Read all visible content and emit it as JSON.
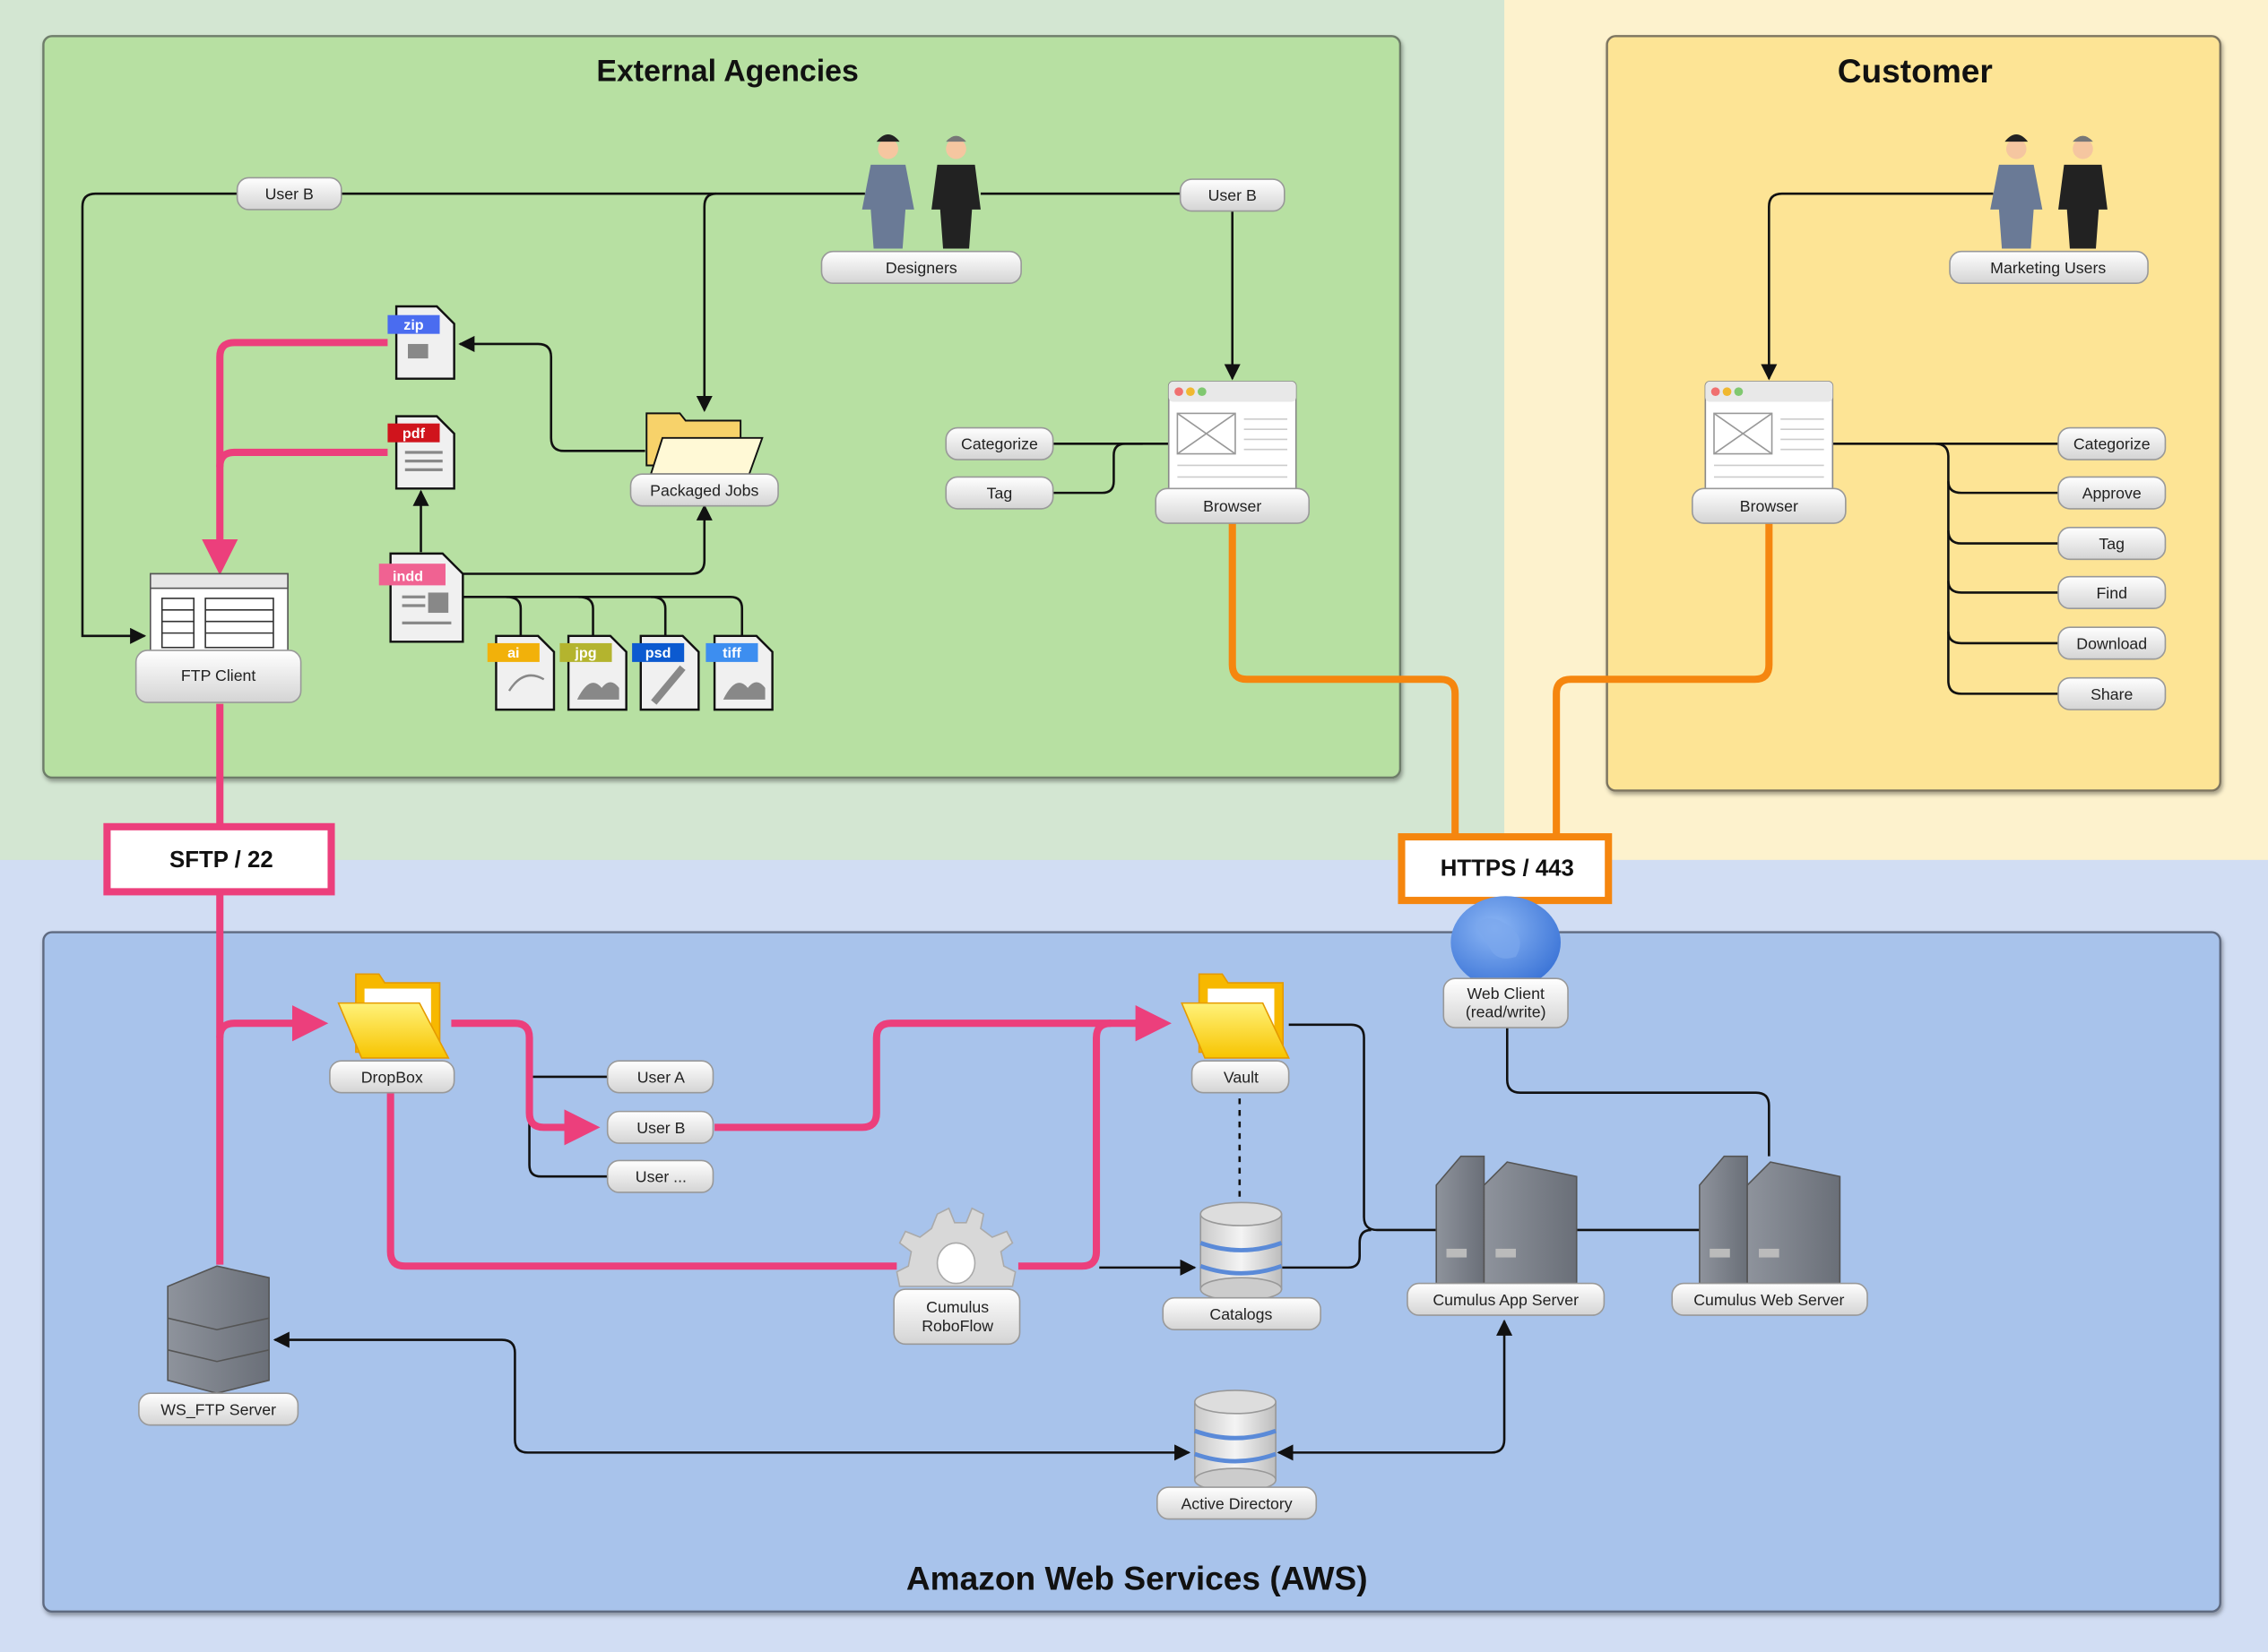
{
  "colors": {
    "bg_green": "#d3e6d2",
    "bg_yellow": "#fdf2cd",
    "bg_blue": "#d1ddf3",
    "panel_green": "#b7e0a2",
    "panel_yellow": "#fde495",
    "panel_blue": "#a8c3eb",
    "sftp_line": "#ec3f7c",
    "https_line": "#f5860f"
  },
  "panels": {
    "external": {
      "title": "External Agencies"
    },
    "customer": {
      "title": "Customer"
    },
    "aws": {
      "title": "Amazon Web Services (AWS)"
    }
  },
  "protocols": {
    "sftp": "SFTP / 22",
    "https": "HTTPS / 443"
  },
  "external": {
    "designers": "Designers",
    "user_b_left": "User B",
    "user_b_right": "User B",
    "packaged_jobs": "Packaged Jobs",
    "ftp_client": "FTP Client",
    "browser": "Browser",
    "categorize": "Categorize",
    "tag": "Tag",
    "files": {
      "zip": "zip",
      "pdf": "pdf",
      "indd": "indd",
      "ai": "ai",
      "jpg": "jpg",
      "psd": "psd",
      "tiff": "tiff"
    }
  },
  "customer": {
    "marketing_users": "Marketing Users",
    "browser": "Browser",
    "actions": [
      "Categorize",
      "Approve",
      "Tag",
      "Find",
      "Download",
      "Share"
    ]
  },
  "aws": {
    "dropbox": "DropBox",
    "user_a": "User A",
    "user_b": "User B",
    "user_more": "User ...",
    "vault": "Vault",
    "web_client_1": "Web Client",
    "web_client_2": "(read/write)",
    "roboflow_1": "Cumulus",
    "roboflow_2": "RoboFlow",
    "catalogs": "Catalogs",
    "app_server": "Cumulus App Server",
    "web_server": "Cumulus Web Server",
    "ws_ftp": "WS_FTP Server",
    "active_directory": "Active Directory"
  }
}
